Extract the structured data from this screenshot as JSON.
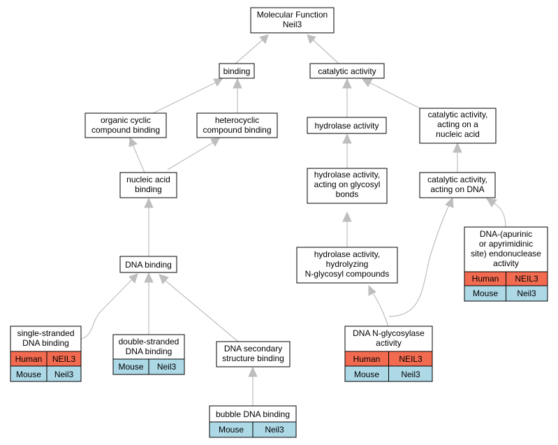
{
  "nodes": {
    "molecular_function": {
      "lines": [
        "Molecular Function",
        "Neil3"
      ]
    },
    "binding": {
      "lines": [
        "binding"
      ]
    },
    "catalytic_activity": {
      "lines": [
        "catalytic activity"
      ]
    },
    "organic_cyclic": {
      "lines": [
        "organic cyclic",
        "compound binding"
      ]
    },
    "heterocyclic": {
      "lines": [
        "heterocyclic",
        "compound binding"
      ]
    },
    "hydrolase_activity": {
      "lines": [
        "hydrolase activity"
      ]
    },
    "catalytic_nucleic": {
      "lines": [
        "catalytic activity,",
        "acting on a",
        "nucleic acid"
      ]
    },
    "nucleic_acid_binding": {
      "lines": [
        "nucleic acid",
        "binding"
      ]
    },
    "hydrolase_glycosyl": {
      "lines": [
        "hydrolase activity,",
        "acting on glycosyl",
        "bonds"
      ]
    },
    "catalytic_dna": {
      "lines": [
        "catalytic activity,",
        "acting on DNA"
      ]
    },
    "dna_binding": {
      "lines": [
        "DNA binding"
      ]
    },
    "hydrolase_nglycosyl": {
      "lines": [
        "hydrolase activity,",
        "hydrolyzing",
        "N-glycosyl compounds"
      ]
    },
    "ap_endonuclease": {
      "lines": [
        "DNA-(apurinic",
        "or apyrimidinic",
        "site) endonuclease",
        "activity"
      ]
    },
    "ssdna_binding": {
      "lines": [
        "single-stranded",
        "DNA binding"
      ]
    },
    "dsdna_binding": {
      "lines": [
        "double-stranded",
        "DNA binding"
      ]
    },
    "dna_secondary": {
      "lines": [
        "DNA secondary",
        "structure binding"
      ]
    },
    "dna_nglycosylase": {
      "lines": [
        "DNA N-glycosylase",
        "activity"
      ]
    },
    "bubble_dna": {
      "lines": [
        "bubble DNA binding"
      ]
    }
  },
  "species": {
    "human": {
      "name": "Human",
      "gene": "NEIL3",
      "color": "#f26a4f"
    },
    "mouse": {
      "name": "Mouse",
      "gene": "Neil3",
      "color": "#add8e6"
    }
  },
  "colors": {
    "edge": "#bebebe",
    "border": "#000000",
    "background": "#ffffff"
  }
}
